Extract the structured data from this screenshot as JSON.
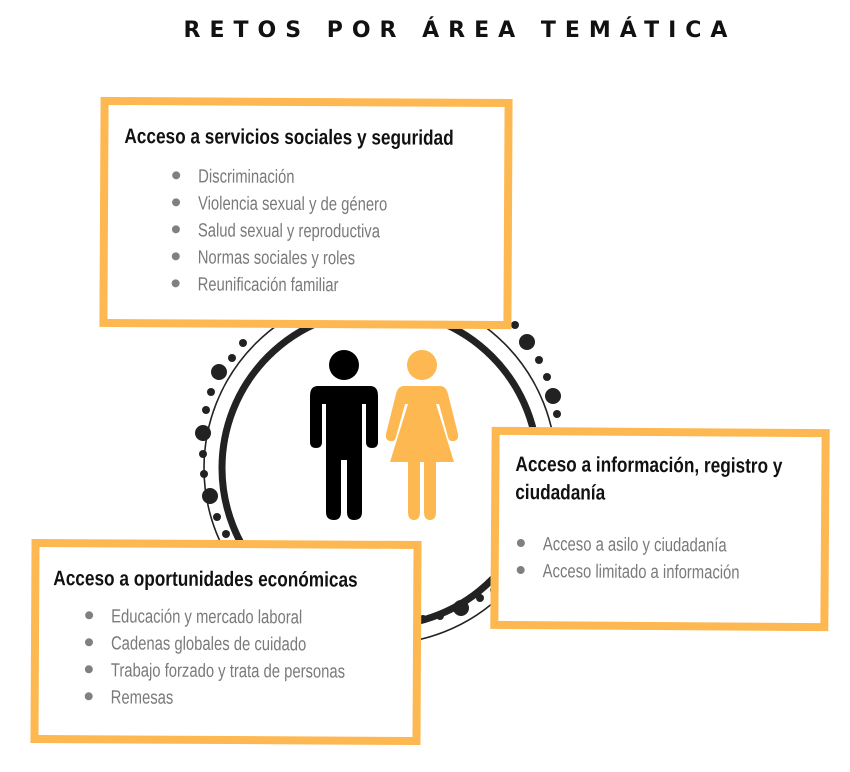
{
  "title": "RETOS POR ÁREA TEMÁTICA",
  "colors": {
    "accent_orange": "#FDB851",
    "male_figure": "#000000",
    "female_figure": "#FDB851",
    "item_text": "#7a7a7a",
    "heading_text": "#111111",
    "ring": "#222222"
  },
  "center": {
    "icons": [
      "male-figure-icon",
      "female-figure-icon"
    ]
  },
  "boxes": {
    "social_services": {
      "heading": "Acceso a servicios sociales y seguridad",
      "items": [
        "Discriminación",
        "Violencia sexual y de género",
        "Salud sexual y reproductiva",
        "Normas sociales y roles",
        "Reunificación familiar"
      ]
    },
    "information": {
      "heading": "Acceso a información, registro y ciudadanía",
      "items": [
        "Acceso a asilo y ciudadanía",
        "Acceso limitado a información"
      ]
    },
    "economic": {
      "heading": "Acceso a oportunidades económicas",
      "items": [
        "Educación y mercado laboral",
        " Cadenas globales de cuidado",
        "Trabajo forzado y trata de personas",
        "Remesas"
      ]
    }
  }
}
